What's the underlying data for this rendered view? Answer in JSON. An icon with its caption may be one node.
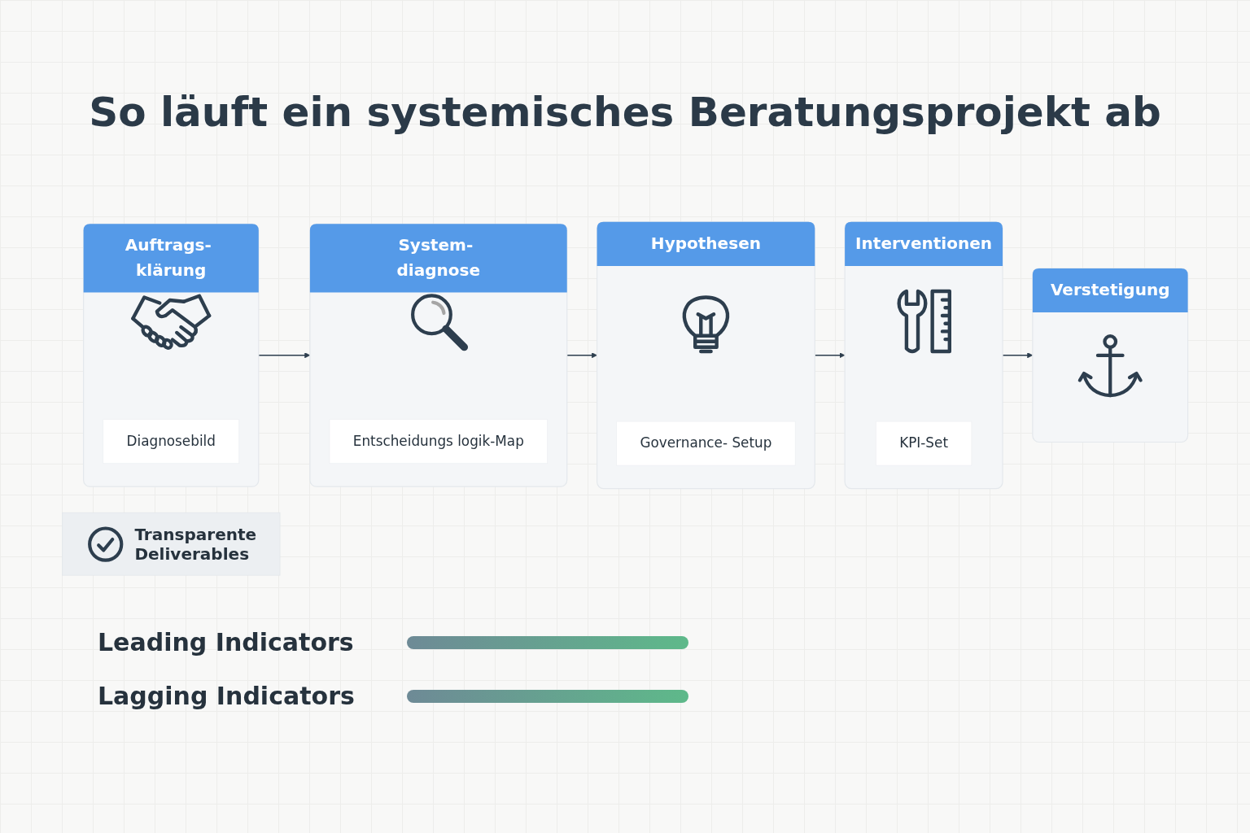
{
  "diagram": {
    "title": "So läuft ein systemisches Beratungsprojekt ab",
    "nodes": [
      {
        "text": [
          "Auftrags- klärung"
        ]
      },
      {
        "text": [],
        "shape": "picture",
        "in": 0
      },
      {
        "text": [
          "Diagnosebild"
        ],
        "in": 0
      },
      {
        "text": [
          "System- diagnose"
        ]
      },
      {
        "text": [],
        "shape": "picture",
        "in": 3
      },
      {
        "text": [
          "Entscheidungs logik-Map"
        ],
        "in": 3
      },
      {
        "text": [
          "Hypothesen"
        ]
      },
      {
        "text": [],
        "shape": "picture",
        "in": 6
      },
      {
        "text": [
          "Governance- Setup"
        ],
        "in": 6
      },
      {
        "text": [
          "Interventionen"
        ]
      },
      {
        "text": [],
        "shape": "picture",
        "in": 9
      },
      {
        "text": [
          "KPI-Set"
        ],
        "in": 9
      },
      {
        "text": [
          "Verstetigung"
        ]
      },
      {
        "text": [],
        "shape": "picture",
        "in": 12
      },
      {
        "text": [
          "Transparente Deliverables"
        ]
      }
    ],
    "edges": [
      {
        "from": 0,
        "to": 3,
        "arrow": "to"
      },
      {
        "from": 3,
        "to": 6,
        "arrow": "to"
      },
      {
        "from": 6,
        "to": 9,
        "arrow": "to"
      },
      {
        "from": 9,
        "to": 12,
        "arrow": "to"
      }
    ],
    "legend": [
      {
        "text": "Leading Indicators"
      },
      {
        "text": "Lagging Indicators"
      }
    ]
  }
}
